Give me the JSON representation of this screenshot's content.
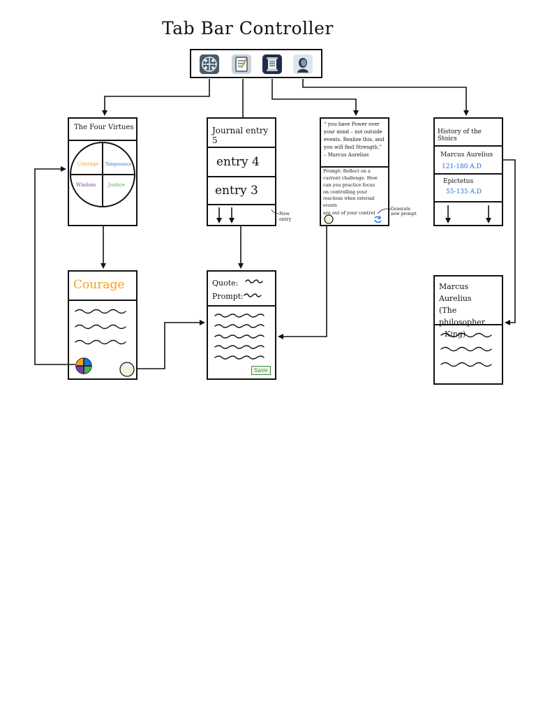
{
  "title": "Tab Bar Controller",
  "tab_bar": {
    "tabs": [
      {
        "icon": "virtues-wheel-icon",
        "color": "#4a5a6a"
      },
      {
        "icon": "journal-icon",
        "color": "#c7d3d8"
      },
      {
        "icon": "scroll-icon",
        "color": "#1e2e4a"
      },
      {
        "icon": "stoic-bust-icon",
        "color": "#d9e6f0"
      }
    ]
  },
  "virtues_screen": {
    "title": "The Four Virtues",
    "quadrants": [
      {
        "label": "Courage",
        "color": "#f4a020"
      },
      {
        "label": "Temperance",
        "color": "#1e6fd9"
      },
      {
        "label": "Wisdom",
        "color": "#7a3fa8"
      },
      {
        "label": "Justice",
        "color": "#4caf50"
      }
    ]
  },
  "virtue_detail": {
    "title": "Courage",
    "title_color": "#f4a020"
  },
  "journal_list": {
    "entries": [
      "Journal entry 5",
      "entry 4",
      "entry 3"
    ],
    "note": "New entry"
  },
  "quote_screen": {
    "quote_lines": [
      "“ you have Power over",
      "your mind – not outside",
      "events. Realize this, and",
      "you will find Strength.”",
      "– Marcus Aurelius"
    ],
    "prompt_lines": [
      "Prompt: Reflect on a",
      "current challenge. How",
      "can you practice focus",
      "on controlling your",
      "reactions when external events",
      "are out of your control"
    ],
    "note_lines": [
      "Generate",
      "new prompt"
    ],
    "refresh_color": "#1e6fd9"
  },
  "entry_editor": {
    "quote_label": "Quote:",
    "prompt_label": "Prompt:",
    "save_label": "Save",
    "save_color": "#3a8a3a"
  },
  "history_screen": {
    "title": "History of the Stoics",
    "people": [
      {
        "name": "Marcus Aurelius",
        "dates": "121-180 A.D"
      },
      {
        "name": "Epictetus",
        "dates": "55-135 A.D"
      }
    ],
    "dates_color": "#1e6fd9"
  },
  "person_detail": {
    "title_lines": [
      "Marcus Aurelius",
      "(The philosopher",
      "King)"
    ]
  }
}
